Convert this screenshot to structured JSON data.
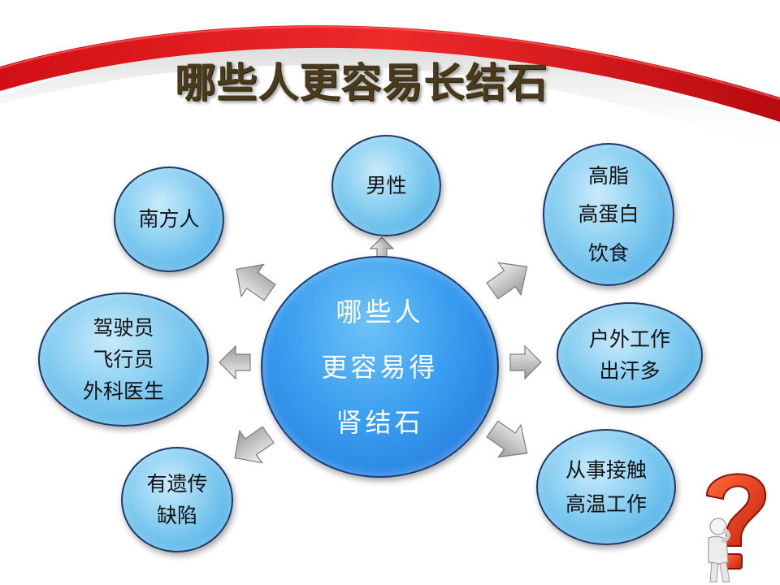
{
  "title": "哪些人更容易长结石",
  "center": {
    "line1": "哪些人",
    "line2": "更容易得",
    "line3": "肾结石"
  },
  "bubbles": {
    "top": {
      "lines": [
        "男性"
      ]
    },
    "upper_left": {
      "lines": [
        "南方人"
      ]
    },
    "middle_left": {
      "lines": [
        "驾驶员",
        "飞行员",
        "外科医生"
      ]
    },
    "lower_left": {
      "lines": [
        "有遗传",
        "缺陷"
      ]
    },
    "upper_right": {
      "lines": [
        "高脂",
        "高蛋白",
        "饮食"
      ]
    },
    "middle_right": {
      "lines": [
        "户外工作",
        "出汗多"
      ]
    },
    "lower_right": {
      "lines": [
        "从事接触",
        "高温工作"
      ]
    }
  },
  "colors": {
    "swoosh_red": "#e0141b",
    "bubble_light": "#8cd0f2",
    "center_blue": "#2781e0",
    "arrow_gray": "#a8a8a8",
    "question_red": "#e63a1e"
  },
  "icons": [
    "question-mark-icon",
    "thinking-person-icon"
  ]
}
